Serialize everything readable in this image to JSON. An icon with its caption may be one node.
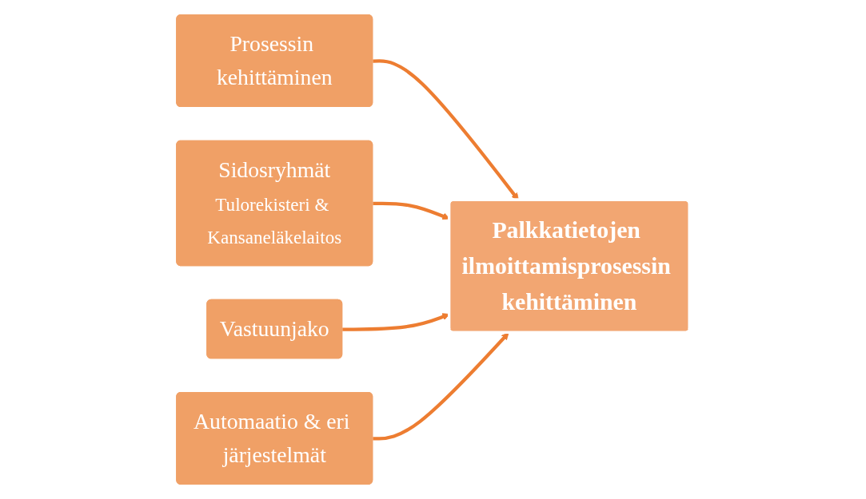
{
  "diagram": {
    "nodes": [
      {
        "text": [
          "Prosessin kehittäminen"
        ]
      },
      {
        "text": [
          "Sidosryhmät",
          "Tulorekisteri & Kansaneläkelaitos"
        ]
      },
      {
        "text": [
          "Palkkatietojen ilmoittamisprosessin kehittäminen"
        ]
      },
      {
        "text": [
          "Vastuunjako"
        ]
      },
      {
        "text": [
          "Automaatio & eri järjestelmät"
        ]
      }
    ],
    "edges": [
      {
        "from": 0,
        "to": 2,
        "arrow": "to"
      },
      {
        "from": 1,
        "to": 2,
        "arrow": "to"
      },
      {
        "from": 3,
        "to": 2,
        "arrow": "to"
      },
      {
        "from": 4,
        "to": 2,
        "arrow": "to"
      }
    ]
  }
}
